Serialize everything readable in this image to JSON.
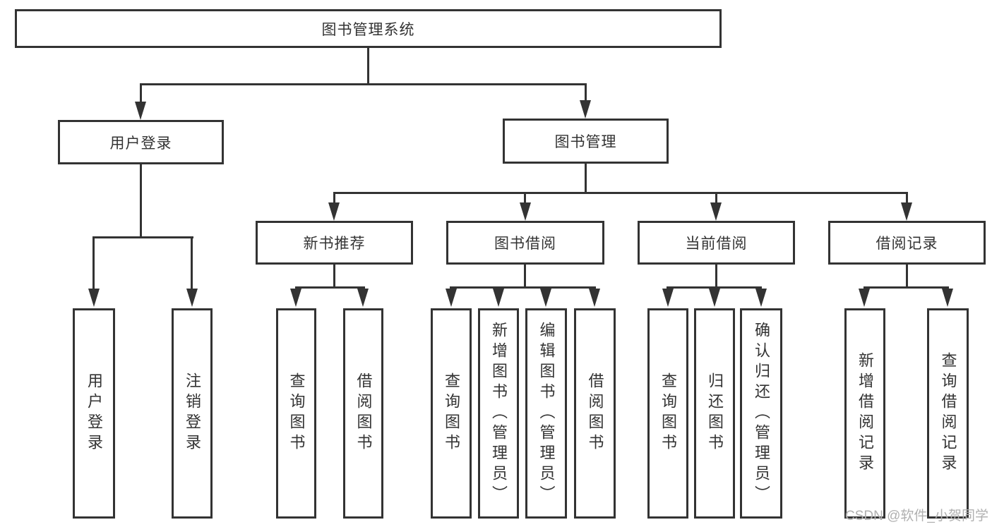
{
  "title": "图书管理系统",
  "tree": {
    "user_login": {
      "label": "用户登录",
      "children": [
        "用户登录",
        "注销登录"
      ]
    },
    "book_management": {
      "label": "图书管理",
      "sections": {
        "new_books": {
          "label": "新书推荐",
          "children": [
            "查询图书",
            "借阅图书"
          ]
        },
        "book_borrow": {
          "label": "图书借阅",
          "children": [
            "查询图书",
            "新增图书（管理员）",
            "编辑图书（管理员）",
            "借阅图书"
          ]
        },
        "current_borrow": {
          "label": "当前借阅",
          "children": [
            "查询图书",
            "归还图书",
            "确认归还（管理员）"
          ]
        },
        "borrow_records": {
          "label": "借阅记录",
          "children": [
            "新增借阅记录",
            "查询借阅记录"
          ]
        }
      }
    }
  },
  "watermark": "CSDN @软件_小贺同学",
  "colors": {
    "line": "#333333",
    "text": "#333333",
    "watermark": "#b0b0b0",
    "background": "#ffffff"
  }
}
